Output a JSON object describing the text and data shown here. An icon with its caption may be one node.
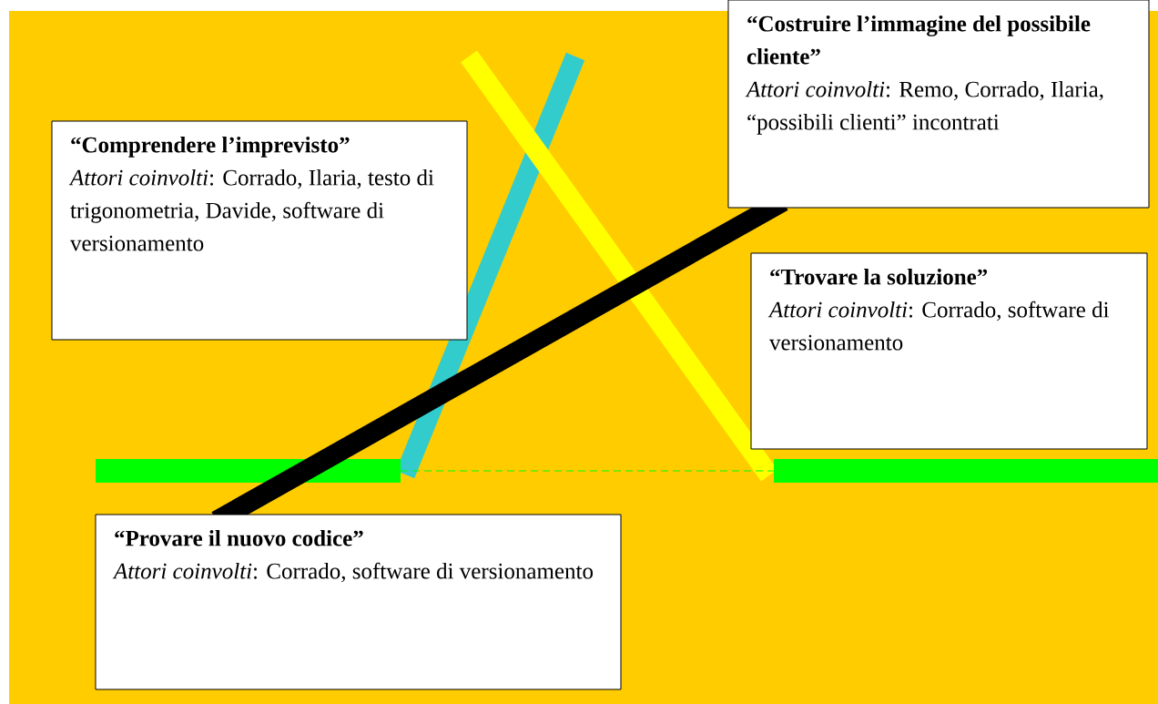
{
  "diagram": {
    "nodes": [
      {
        "text": [
          "“Comprendere l’imprevisto”",
          "*Attori coinvolti*: Corrado, Ilaria, testo di trigonometria, Davide, software di versionamento"
        ]
      },
      {
        "text": [
          "“Costruire l’immagine del possibile cliente”",
          "*Attori coinvolti*: Remo, Corrado, Ilaria, “possibili clienti” incontrati"
        ]
      },
      {
        "text": [
          "“Trovare la soluzione”",
          "*Attori coinvolti*: Corrado, software di versionamento"
        ]
      },
      {
        "text": [
          "“Provare il nuovo codice”",
          "*Attori coinvolti*: Corrado, software di versionamento"
        ]
      }
    ],
    "edges": [
      {
        "from": 3,
        "to": 1,
        "arrow": "none"
      }
    ]
  }
}
